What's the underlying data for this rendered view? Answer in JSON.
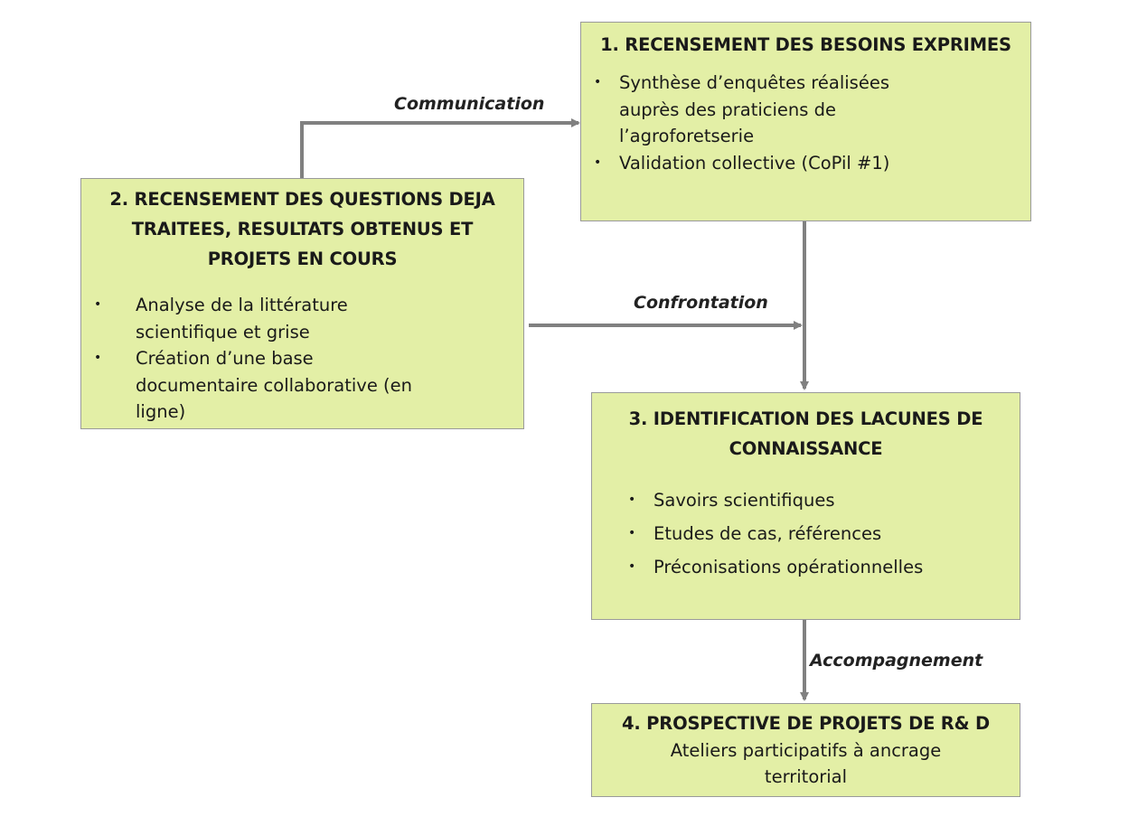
{
  "boxes": {
    "box1": {
      "title": "1. RECENSEMENT DES BESOINS EXPRIMES",
      "bullets": [
        {
          "lines": [
            "Synthèse d’enquêtes réalisées",
            "auprès des praticiens de",
            "l’agroforetserie"
          ]
        },
        {
          "lines": [
            "Validation collective (CoPil #1)"
          ]
        }
      ]
    },
    "box2": {
      "title_lines": [
        "2. RECENSEMENT DES QUESTIONS DEJA",
        "TRAITEES, RESULTATS OBTENUS ET",
        "PROJETS EN COURS"
      ],
      "bullets": [
        {
          "lines": [
            "Analyse de la littérature",
            "scientifique et grise"
          ]
        },
        {
          "lines": [
            "Création d’une base",
            "documentaire collaborative (en",
            "ligne)"
          ]
        }
      ]
    },
    "box3": {
      "title_lines": [
        "3. IDENTIFICATION DES LACUNES DE",
        "CONNAISSANCE"
      ],
      "bullets": [
        {
          "lines": [
            "Savoirs scientifiques"
          ]
        },
        {
          "lines": [
            "Etudes de cas, références"
          ]
        },
        {
          "lines": [
            "Préconisations opérationnelles"
          ]
        }
      ]
    },
    "box4": {
      "title": "4. PROSPECTIVE DE PROJETS DE R& D",
      "subtitle_lines": [
        "Ateliers participatifs à ancrage",
        "territorial"
      ]
    }
  },
  "edges": {
    "communication": "Communication",
    "confrontation": "Confrontation",
    "accompagnement": "Accompagnement"
  },
  "bullet_glyph": "•",
  "colors": {
    "box_fill": "#e3efa6",
    "box_border": "#9a9a9a",
    "arrow": "#808080",
    "text": "#1a1a1a"
  }
}
